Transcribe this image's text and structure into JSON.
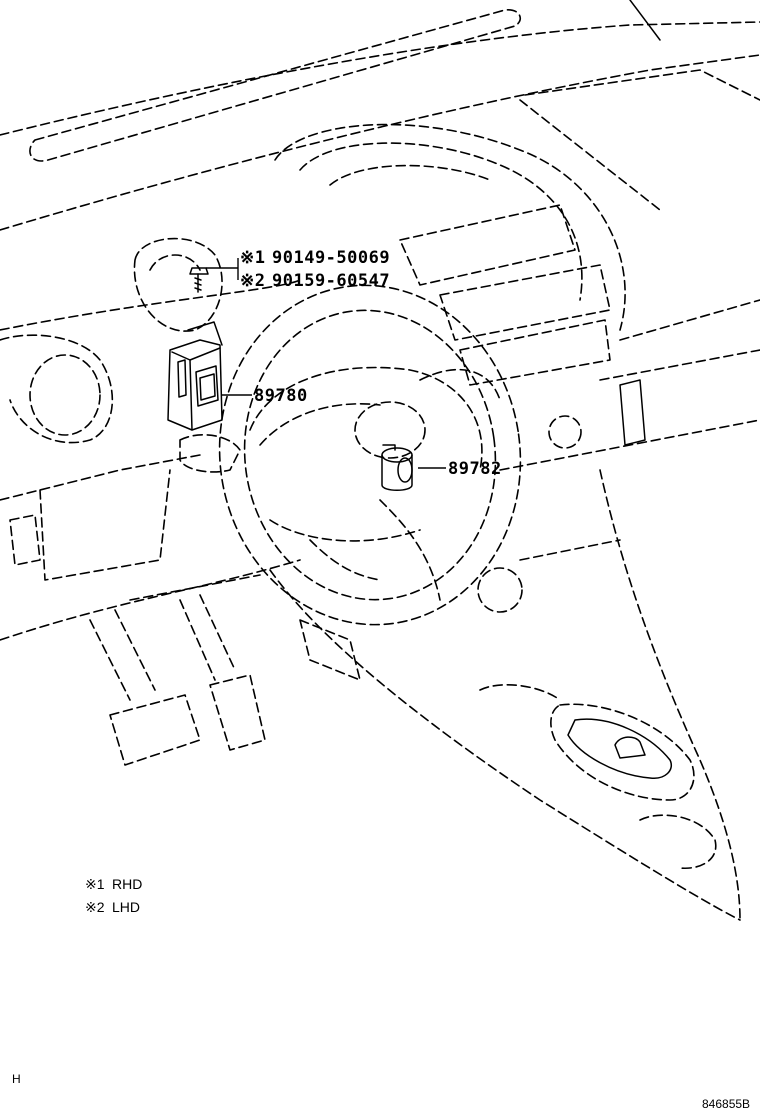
{
  "diagram": {
    "callouts": [
      {
        "id": "screw-rhd",
        "marker": "※1",
        "part_number": "90149-50069"
      },
      {
        "id": "screw-lhd",
        "marker": "※2",
        "part_number": "90159-60547"
      },
      {
        "id": "switch-left",
        "part_number": "89780"
      },
      {
        "id": "switch-ignition",
        "part_number": "89782"
      }
    ],
    "legend": [
      {
        "marker": "※1",
        "text": "RHD"
      },
      {
        "marker": "※2",
        "text": "LHD"
      }
    ],
    "corner_mark": "H",
    "figure_code": "846855B"
  }
}
